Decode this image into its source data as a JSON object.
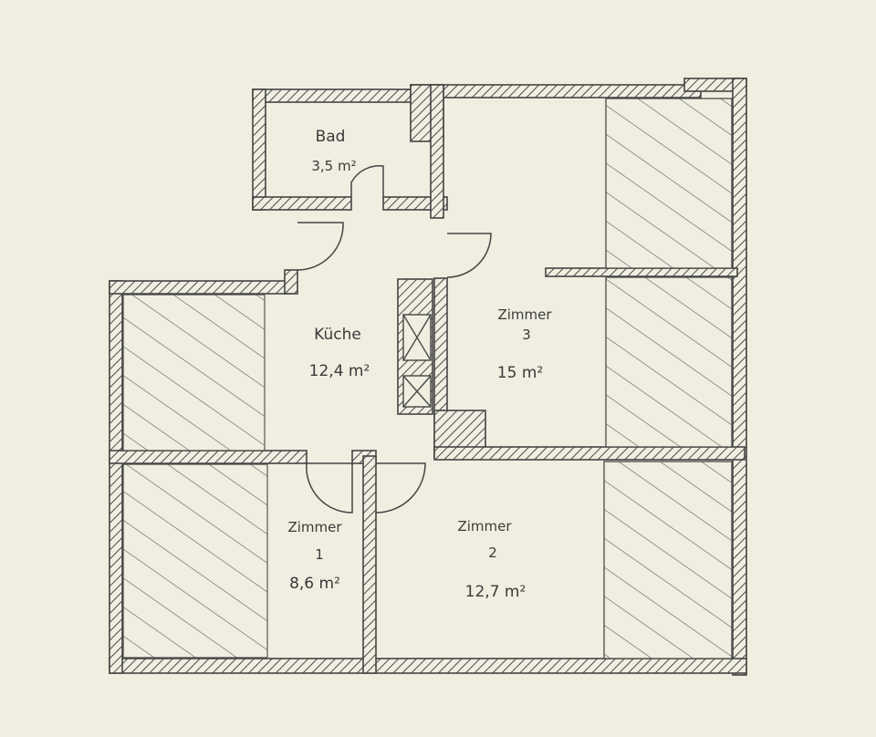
{
  "rooms": {
    "bad": {
      "name": "Bad",
      "area": "3,5 m²"
    },
    "kueche": {
      "name": "Küche",
      "area": "12,4 m²"
    },
    "zimmer1": {
      "name": "Zimmer",
      "number": "1",
      "area": "8,6 m²"
    },
    "zimmer2": {
      "name": "Zimmer",
      "number": "2",
      "area": "12,7 m²"
    },
    "zimmer3": {
      "name": "Zimmer",
      "number": "3",
      "area": "15 m²"
    }
  },
  "colors": {
    "paper": "#efeee0",
    "pencil": "#454545"
  }
}
